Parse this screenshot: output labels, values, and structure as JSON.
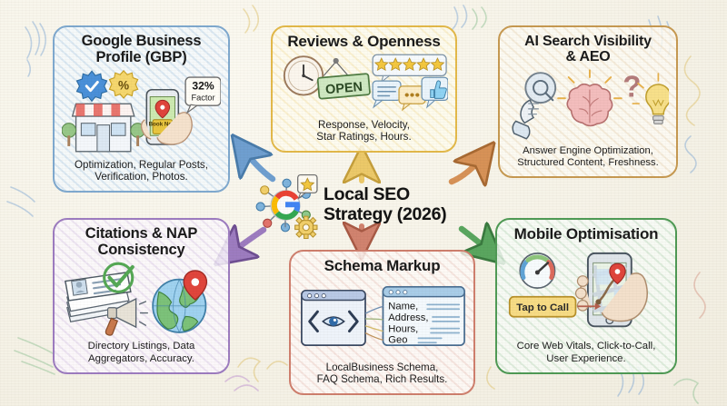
{
  "canvas": {
    "background_color": "#f7f4ea",
    "style": "hand-drawn whiteboard infographic"
  },
  "center": {
    "title_line1": "Local SEO",
    "title_line2": "Strategy (2026)",
    "icon": "google-g-network-icon",
    "accent_color": "#141414"
  },
  "panels": [
    {
      "id": "gbp",
      "title_line1": "Google Business",
      "title_line2": "Profile (GBP)",
      "desc_line1": "Optimization, Regular Posts,",
      "desc_line2": "Verification, Photos.",
      "border_color": "#7fa9cf",
      "badge_value": "32%",
      "badge_label": "Factor",
      "phone_button": "Book Now",
      "icons": [
        "verified-check-badge-icon",
        "discount-percent-badge-icon",
        "storefront-icon",
        "hand-holding-phone-icon",
        "map-pin-icon"
      ]
    },
    {
      "id": "reviews",
      "title_line1": "Reviews & Openness",
      "title_line2": "",
      "desc_line1": "Response, Velocity,",
      "desc_line2": "Star Ratings, Hours.",
      "border_color": "#e3b94a",
      "sign_label": "OPEN",
      "star_count": 5,
      "icons": [
        "clock-icon",
        "open-sign-icon",
        "five-star-rating-icon",
        "chat-bubble-icon",
        "ellipsis-bubble-icon",
        "thumbs-up-icon"
      ]
    },
    {
      "id": "aeo",
      "title_line1": "AI Search Visibility",
      "title_line2": "& AEO",
      "desc_line1": "Answer Engine Optimization,",
      "desc_line2": "Structured Content, Freshness.",
      "border_color": "#c79a52",
      "icons": [
        "robot-hand-magnifier-icon",
        "brain-icon",
        "question-mark-icon",
        "lightbulb-icon"
      ]
    },
    {
      "id": "citations",
      "title_line1": "Citations & NAP",
      "title_line2": "Consistency",
      "desc_line1": "Directory Listings, Data",
      "desc_line2": "Aggregators, Accuracy.",
      "border_color": "#9d7cc0",
      "icons": [
        "business-cards-icon",
        "green-check-icon",
        "megaphone-icon",
        "globe-icon",
        "map-pin-icon"
      ]
    },
    {
      "id": "schema",
      "title_line1": "Schema Markup",
      "title_line2": "",
      "desc_line1": "LocalBusiness Schema,",
      "desc_line2": "FAQ Schema, Rich Results.",
      "border_color": "#cf7f6e",
      "code_window_icon": "code-eye-browser-icon",
      "fields": [
        "Name,",
        "Address,",
        "Hours,",
        "Geo"
      ]
    },
    {
      "id": "mobile",
      "title_line1": "Mobile Optimisation",
      "title_line2": "",
      "desc_line1": "Core Web Vitals, Click-to-Call,",
      "desc_line2": "User Experience.",
      "border_color": "#4f9a55",
      "cta_label": "Tap to Call",
      "icons": [
        "speedometer-gauge-icon",
        "hand-holding-phone-map-icon",
        "map-pin-icon"
      ]
    }
  ],
  "arrows": [
    {
      "name": "arrow-to-gbp",
      "color": "#6f9fd0",
      "from": "center",
      "to": "gbp"
    },
    {
      "name": "arrow-to-reviews",
      "color": "#e0b44d",
      "from": "center",
      "to": "reviews"
    },
    {
      "name": "arrow-to-aeo",
      "color": "#cf8d4d",
      "from": "center",
      "to": "aeo"
    },
    {
      "name": "arrow-to-citations",
      "color": "#9d7cc0",
      "from": "center",
      "to": "citations"
    },
    {
      "name": "arrow-to-schema",
      "color": "#cf7f6e",
      "from": "center",
      "to": "schema"
    },
    {
      "name": "arrow-to-mobile",
      "color": "#4f9a55",
      "from": "center",
      "to": "mobile"
    }
  ]
}
